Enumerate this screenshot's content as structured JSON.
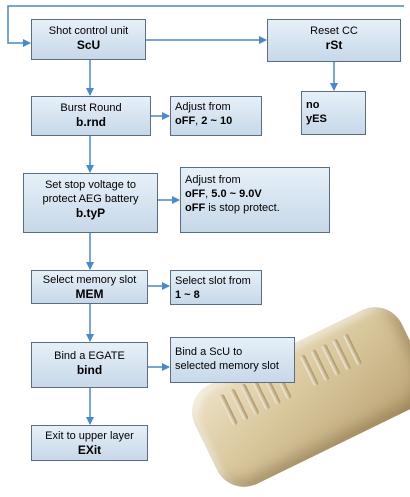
{
  "colors": {
    "box_border": "#5a6e82",
    "box_fill_top": "#e6f0f8",
    "box_fill_bottom": "#c7d8e9",
    "arrow": "#4a88c6",
    "device_body": "#d9c79d"
  },
  "nodes": {
    "scu": {
      "line1": "Shot control unit",
      "code": "ScU"
    },
    "reset": {
      "line1": "Reset CC",
      "code": "rSt"
    },
    "reset_options": {
      "opt1": "no",
      "opt2": "yES"
    },
    "burst": {
      "line1": "Burst Round",
      "code": "b.rnd"
    },
    "burst_adjust": {
      "line1": "Adjust from",
      "opt_off": "oFF",
      "sep": ", ",
      "opt_range": "2 ~ 10"
    },
    "stopv": {
      "line1": "Set stop voltage to",
      "line2": "protect AEG battery",
      "code": "b.tyP"
    },
    "stopv_adjust": {
      "line1": "Adjust from",
      "opt_off": "oFF",
      "sep": ", ",
      "opt_range": "5.0 ~ 9.0V",
      "note_key": "oFF",
      "note_rest": " is stop protect."
    },
    "mem": {
      "line1": "Select memory slot",
      "code": "MEM"
    },
    "mem_adjust": {
      "line1": "Select slot from",
      "opt_range": "1 ~ 8"
    },
    "bind": {
      "line1": "Bind a EGATE",
      "code": "bind"
    },
    "bind_desc": {
      "line1": "Bind a ScU to",
      "line2": "selected memory slot"
    },
    "exit": {
      "line1": "Exit to upper layer",
      "code": "EXit"
    }
  }
}
